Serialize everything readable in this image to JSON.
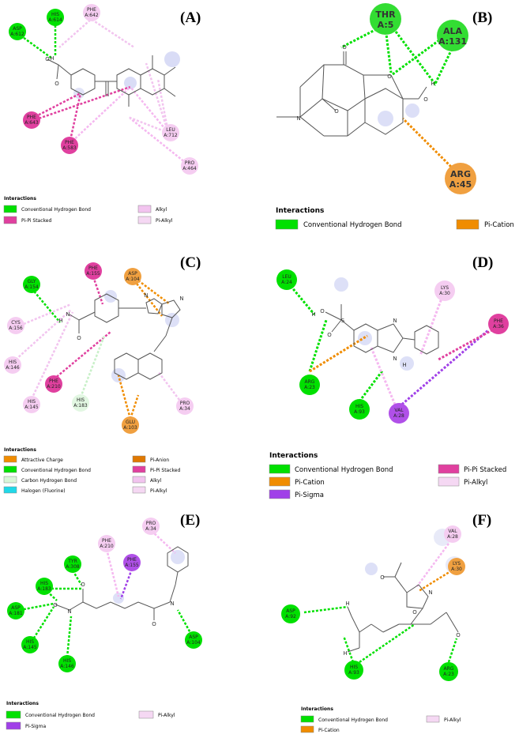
{
  "panels": {
    "A": {
      "label": "(A)"
    },
    "B": {
      "label": "(B)"
    },
    "C": {
      "label": "(C)"
    },
    "D": {
      "label": "(D)"
    },
    "E": {
      "label": "(E)"
    },
    "F": {
      "label": "(F)"
    }
  },
  "colors": {
    "conventional_h_bond": "#00e000",
    "pi_pi_stacked": "#e0409f",
    "alkyl": "#f2c4ef",
    "pi_alkyl": "#f5b8f0",
    "pi_cation": "#f08c00",
    "attractive_charge": "#f08c00",
    "carbon_h_bond": "#d8f5d8",
    "halogen": "#20d8e8",
    "pi_anion": "#e07800",
    "pi_sigma": "#a040e8"
  },
  "legends": {
    "A": {
      "title": "Interactions",
      "items": [
        "Conventional Hydrogen Bond",
        "Pi-Pi Stacked",
        "Alkyl",
        "Pi-Alkyl"
      ]
    },
    "B": {
      "title": "Interactions",
      "items": [
        "Conventional Hydrogen Bond",
        "Pi-Cation"
      ]
    },
    "C": {
      "title": "Interactions",
      "items": [
        "Attractive Charge",
        "Conventional Hydrogen Bond",
        "Carbon Hydrogen Bond",
        "Halogen (Fluorine)",
        "Pi-Anion",
        "Pi-Pi Stacked",
        "Alkyl",
        "Pi-Alkyl"
      ]
    },
    "D": {
      "title": "Interactions",
      "items": [
        "Conventional Hydrogen Bond",
        "Pi-Cation",
        "Pi-Sigma",
        "Pi-Pi Stacked",
        "Pi-Alkyl"
      ]
    },
    "E": {
      "title": "Interactions",
      "items": [
        "Conventional Hydrogen Bond",
        "Pi-Sigma",
        "Pi-Alkyl"
      ]
    },
    "F": {
      "title": "Interactions",
      "items": [
        "Conventional Hydrogen Bond",
        "Pi-Cation",
        "Pi-Alkyl"
      ]
    }
  },
  "residues": {
    "A": [
      {
        "l1": "ASP",
        "l2": "A:612",
        "type": "conventional_h_bond"
      },
      {
        "l1": "HIS",
        "l2": "A:614",
        "type": "conventional_h_bond"
      },
      {
        "l1": "PHE",
        "l2": "A:642",
        "type": "alkyl"
      },
      {
        "l1": "PHE",
        "l2": "A:643",
        "type": "pi_pi_stacked"
      },
      {
        "l1": "PHE",
        "l2": "A:583",
        "type": "pi_pi_stacked"
      },
      {
        "l1": "LEU",
        "l2": "A:712",
        "type": "alkyl"
      },
      {
        "l1": "PRO",
        "l2": "A:464",
        "type": "alkyl"
      }
    ],
    "B": [
      {
        "l1": "THR",
        "l2": "A:5",
        "type": "conventional_h_bond"
      },
      {
        "l1": "ALA",
        "l2": "A:131",
        "type": "conventional_h_bond"
      },
      {
        "l1": "ARG",
        "l2": "A:45",
        "type": "pi_cation"
      }
    ],
    "C": [
      {
        "l1": "GLY",
        "l2": "A:154",
        "type": "conventional_h_bond"
      },
      {
        "l1": "PHE",
        "l2": "A:155",
        "type": "pi_pi_stacked"
      },
      {
        "l1": "ASP",
        "l2": "A:104",
        "type": "pi_cation"
      },
      {
        "l1": "CYS",
        "l2": "A:156",
        "type": "alkyl"
      },
      {
        "l1": "HIS",
        "l2": "A:146",
        "type": "alkyl"
      },
      {
        "l1": "PHE",
        "l2": "A:210",
        "type": "pi_pi_stacked"
      },
      {
        "l1": "HIS",
        "l2": "A:145",
        "type": "alkyl"
      },
      {
        "l1": "HIS",
        "l2": "A:183",
        "type": "carbon_h_bond"
      },
      {
        "l1": "GLU",
        "l2": "A:103",
        "type": "pi_cation"
      },
      {
        "l1": "PRO",
        "l2": "A:34",
        "type": "alkyl"
      }
    ],
    "D": [
      {
        "l1": "LEU",
        "l2": "A:24",
        "type": "conventional_h_bond"
      },
      {
        "l1": "LYS",
        "l2": "A:30",
        "type": "alkyl"
      },
      {
        "l1": "PHE",
        "l2": "A:36",
        "type": "pi_pi_stacked"
      },
      {
        "l1": "ARG",
        "l2": "A:23",
        "type": "conventional_h_bond"
      },
      {
        "l1": "HIS",
        "l2": "A:93",
        "type": "conventional_h_bond"
      },
      {
        "l1": "VAL",
        "l2": "A:28",
        "type": "pi_sigma"
      }
    ],
    "E": [
      {
        "l1": "PRO",
        "l2": "A:34",
        "type": "alkyl"
      },
      {
        "l1": "TYR",
        "l2": "A:308",
        "type": "conventional_h_bond"
      },
      {
        "l1": "PHE",
        "l2": "A:210",
        "type": "alkyl"
      },
      {
        "l1": "PHE",
        "l2": "A:155",
        "type": "pi_sigma"
      },
      {
        "l1": "HIS",
        "l2": "A:183",
        "type": "conventional_h_bond"
      },
      {
        "l1": "ASP",
        "l2": "A:181",
        "type": "conventional_h_bond"
      },
      {
        "l1": "HIS",
        "l2": "A:145",
        "type": "conventional_h_bond"
      },
      {
        "l1": "HIS",
        "l2": "A:146",
        "type": "conventional_h_bond"
      },
      {
        "l1": "ASP",
        "l2": "A:104",
        "type": "conventional_h_bond"
      }
    ],
    "F": [
      {
        "l1": "VAL",
        "l2": "A:28",
        "type": "alkyl"
      },
      {
        "l1": "LYS",
        "l2": "A:30",
        "type": "pi_cation"
      },
      {
        "l1": "ASP",
        "l2": "A:92",
        "type": "conventional_h_bond"
      },
      {
        "l1": "HIS",
        "l2": "A:93",
        "type": "conventional_h_bond"
      },
      {
        "l1": "ARG",
        "l2": "A:23",
        "type": "conventional_h_bond"
      }
    ]
  },
  "atoms": {
    "O": "O",
    "H": "H",
    "N": "N",
    "S": "S"
  }
}
